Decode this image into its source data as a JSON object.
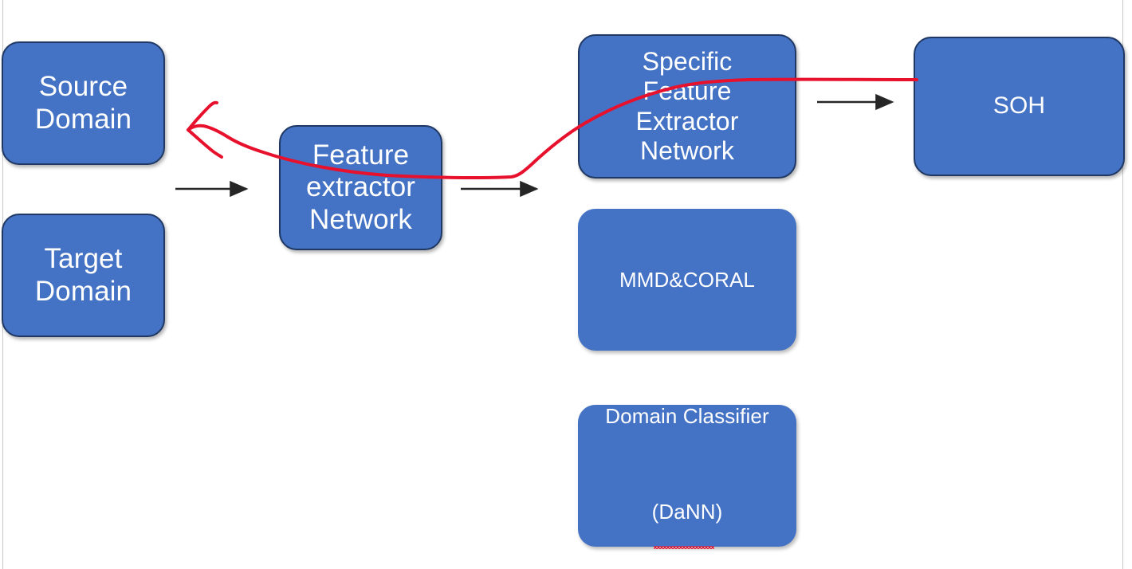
{
  "diagram": {
    "title": "Domain adaptation SOH estimation architecture",
    "background_color": "#FFFFFF",
    "node_fill_color": "#4472C4",
    "node_border_color": "#1F3864",
    "node_text_color": "#FFFFFF",
    "arrow_color": "#262626",
    "annotation_color": "#E8112D"
  },
  "nodes": [
    {
      "id": "source-domain",
      "label": "Source\nDomain"
    },
    {
      "id": "target-domain",
      "label": "Target\nDomain"
    },
    {
      "id": "feature-extractor",
      "label": "Feature\nextractor\nNetwork"
    },
    {
      "id": "specific-feature-extractor",
      "label": "Specific\nFeature\nExtractor\nNetwork"
    },
    {
      "id": "mmd-coral",
      "label": "MMD&CORAL"
    },
    {
      "id": "domain-classifier",
      "label_line1": "Domain Classifier",
      "label_line2": "(DaNN)"
    },
    {
      "id": "soh",
      "label": "SOH"
    }
  ],
  "connectors": [
    {
      "id": "arrow-domains-to-feature-extractor",
      "kind": "arrow",
      "from": "source/target domain",
      "to": "feature-extractor"
    },
    {
      "id": "arrow-feature-extractor-to-specific",
      "kind": "arrow",
      "from": "feature-extractor",
      "to": "specific-feature-extractor"
    },
    {
      "id": "arrow-specific-to-soh",
      "kind": "arrow",
      "from": "specific-feature-extractor",
      "to": "soh"
    },
    {
      "id": "handdrawn-red-path",
      "kind": "freehand-annotation",
      "color": "#E8112D",
      "from": "soh",
      "to": "source-domain",
      "note": "hand drawn red arrow pointing back toward Source Domain"
    }
  ],
  "spellcheck": {
    "flagged_word": "DaNN",
    "underline_color": "#E8112D"
  }
}
